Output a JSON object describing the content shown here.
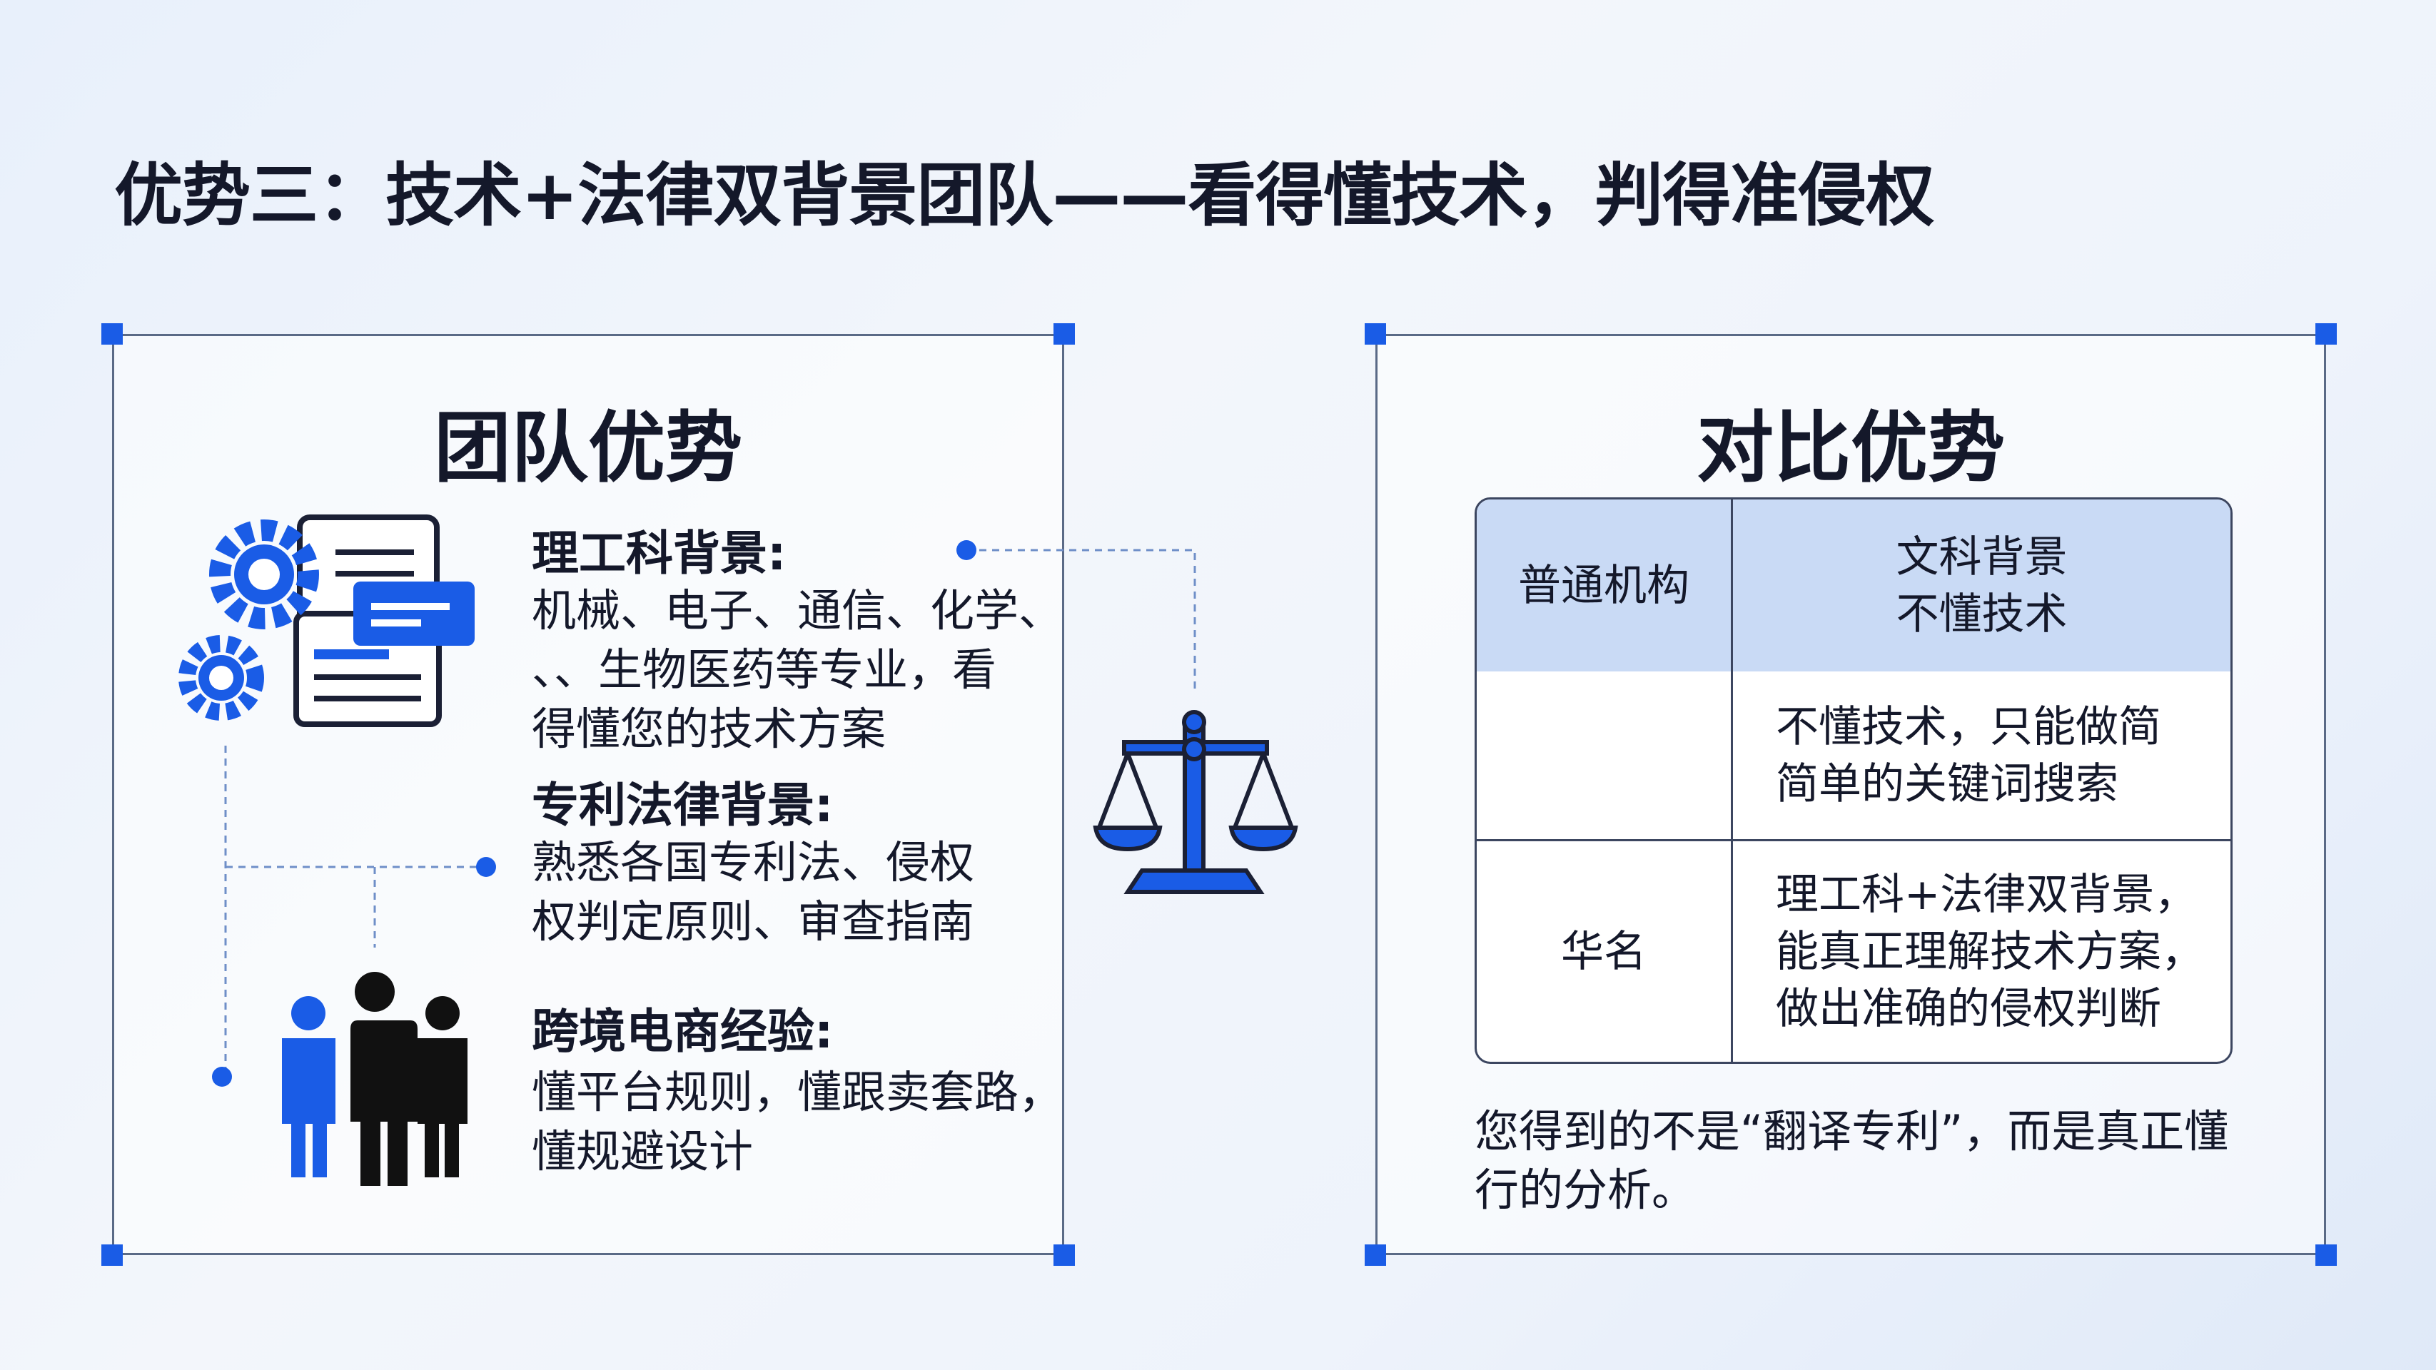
{
  "title": "优势三：技术+法律双背景团队——看得懂技术，判得准侵权",
  "left_panel": {
    "heading": "团队优势",
    "sections": [
      {
        "label": "理工科背景:",
        "lines": [
          "机械、电子、通信、化学、",
          "、、生物医药等专业，看",
          "得懂您的技术方案"
        ]
      },
      {
        "label": "专利法律背景:",
        "lines": [
          "熟悉各国专利法、侵权",
          "权判定原则、审查指南"
        ]
      },
      {
        "label": "跨境电商经验:",
        "lines": [
          "懂平台规则，懂跟卖套路，",
          "懂规避设计"
        ]
      }
    ],
    "icons": [
      "gears-document-icon",
      "people-icon",
      "scale-icon"
    ]
  },
  "right_panel": {
    "heading": "对比优势",
    "table": {
      "header": [
        "普通机构",
        [
          "文科背景",
          "不懂技术"
        ]
      ],
      "rows": [
        [
          "",
          [
            "不懂技术，只能做简",
            "简单的关键词搜索"
          ]
        ],
        [
          "华名",
          [
            "理工科+法律双背景，",
            "能真正理解技术方案，",
            "做出准确的侵权判断"
          ]
        ]
      ]
    },
    "note": "您得到的不是“翻译专利”，而是真正懂行的分析。"
  },
  "colors": {
    "accent": "#1a5ce6",
    "header_bg": "#c9daf5"
  }
}
